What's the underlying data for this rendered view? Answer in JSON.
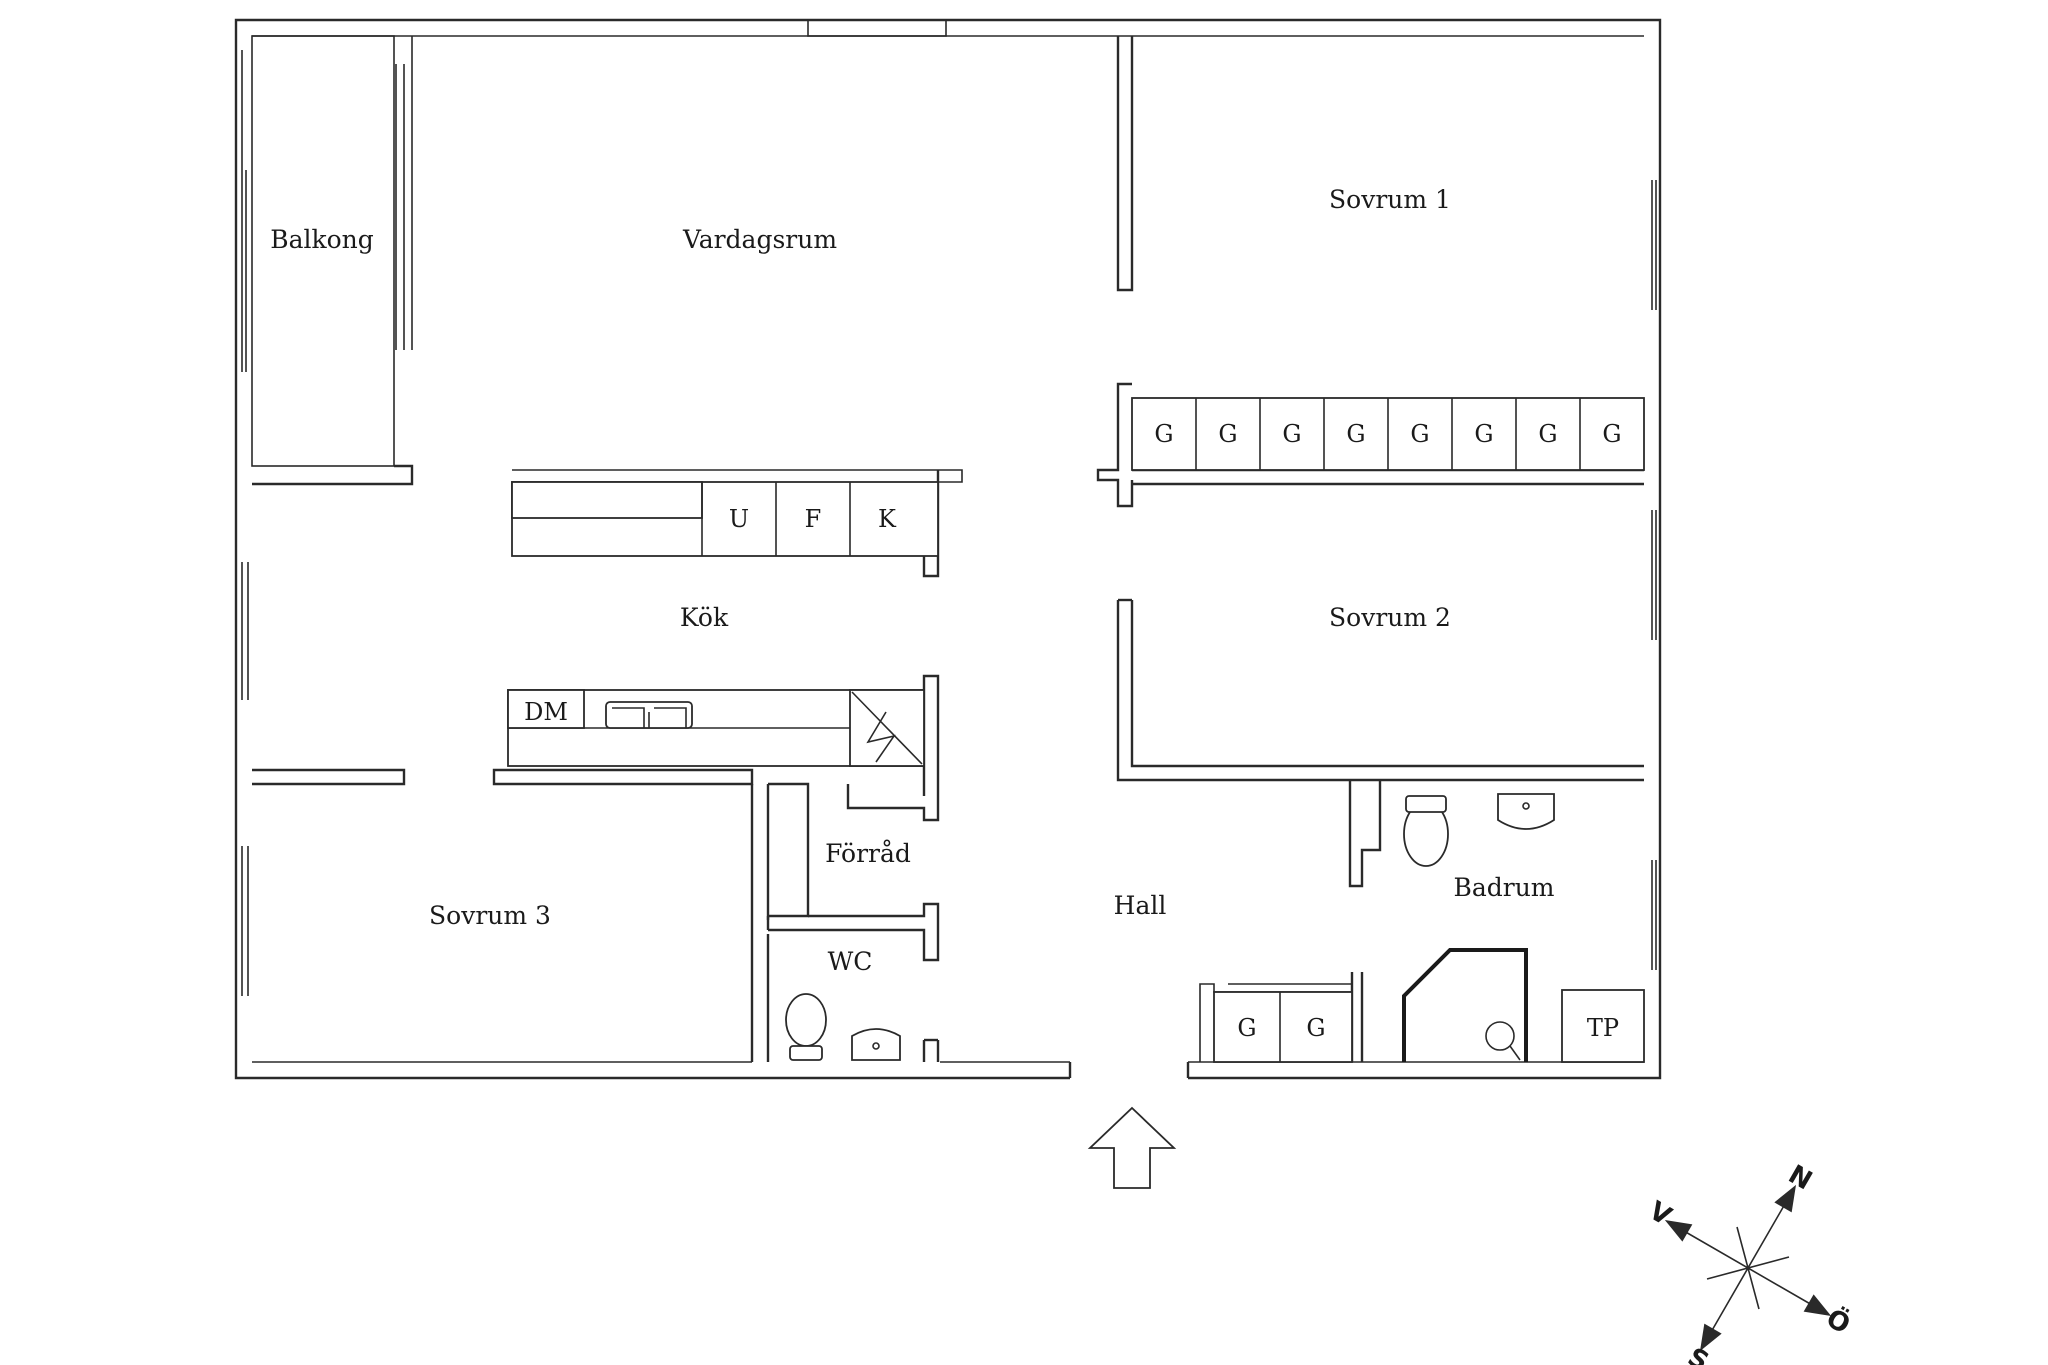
{
  "rooms": {
    "balkong": "Balkong",
    "vardagsrum": "Vardagsrum",
    "sovrum1": "Sovrum 1",
    "sovrum2": "Sovrum 2",
    "sovrum3": "Sovrum 3",
    "kok": "Kök",
    "forrad": "Förråd",
    "hall": "Hall",
    "wc": "WC",
    "badrum": "Badrum"
  },
  "fixtures": {
    "wardrobe": "G",
    "fridge_u": "U",
    "fridge_f": "F",
    "fridge_k": "K",
    "dishwasher": "DM",
    "washer": "TP"
  },
  "compass": {
    "north": "N",
    "east": "Ö",
    "south": "S",
    "west": "V"
  }
}
